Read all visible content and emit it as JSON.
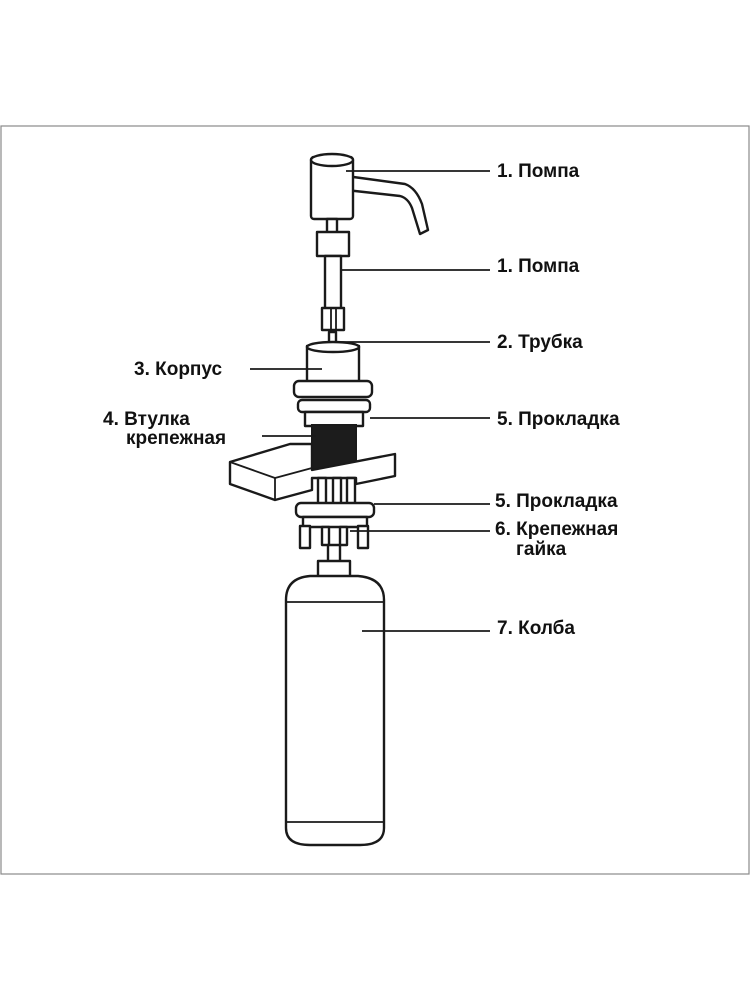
{
  "labels": {
    "pump_head": "1. Помпа",
    "pump_stem": "1. Помпа",
    "tube": "2. Трубка",
    "body": "3. Корпус",
    "sleeve_line1": "4. Втулка",
    "sleeve_line2": "крепежная",
    "gasket_top": "5. Прокладка",
    "gasket_bottom": "5. Прокладка",
    "nut_line1": "6. Крепежная",
    "nut_line2": "гайка",
    "flask": "7. Колба"
  },
  "colors": {
    "line": "#1a1a1a",
    "frame": "#8a8a8a",
    "background": "#ffffff"
  }
}
